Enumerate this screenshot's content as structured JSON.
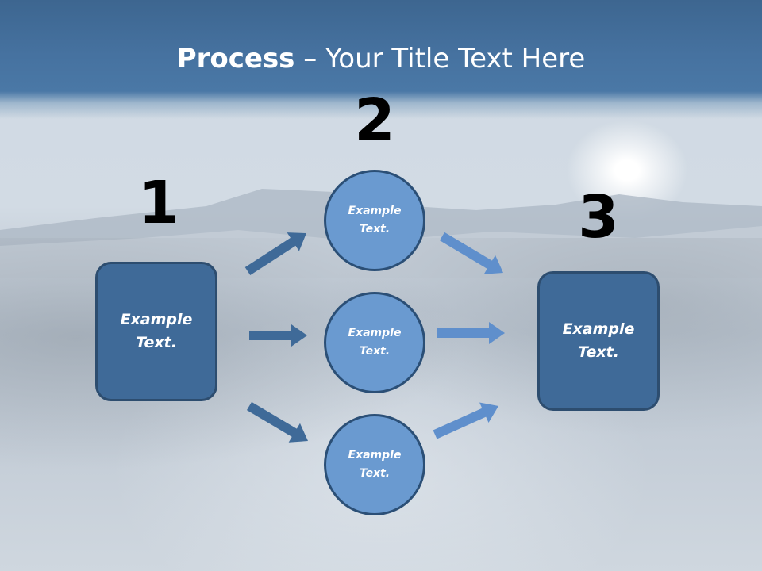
{
  "title": {
    "bold": "Process",
    "rest": " – Your Title Text Here"
  },
  "numbers": [
    "1",
    "2",
    "3"
  ],
  "boxes": {
    "left": "Example\nText.",
    "right": "Example\nText."
  },
  "circles": [
    "Example\nText.",
    "Example\nText.",
    "Example\nText."
  ],
  "colors": {
    "box_fill": "#3f6a98",
    "box_border": "#2d4d6f",
    "circle_fill": "#6a9ad0",
    "circle_border": "#2b4f76",
    "arrow_dark": "#3f6a98",
    "arrow_light": "#5f8fcc"
  }
}
